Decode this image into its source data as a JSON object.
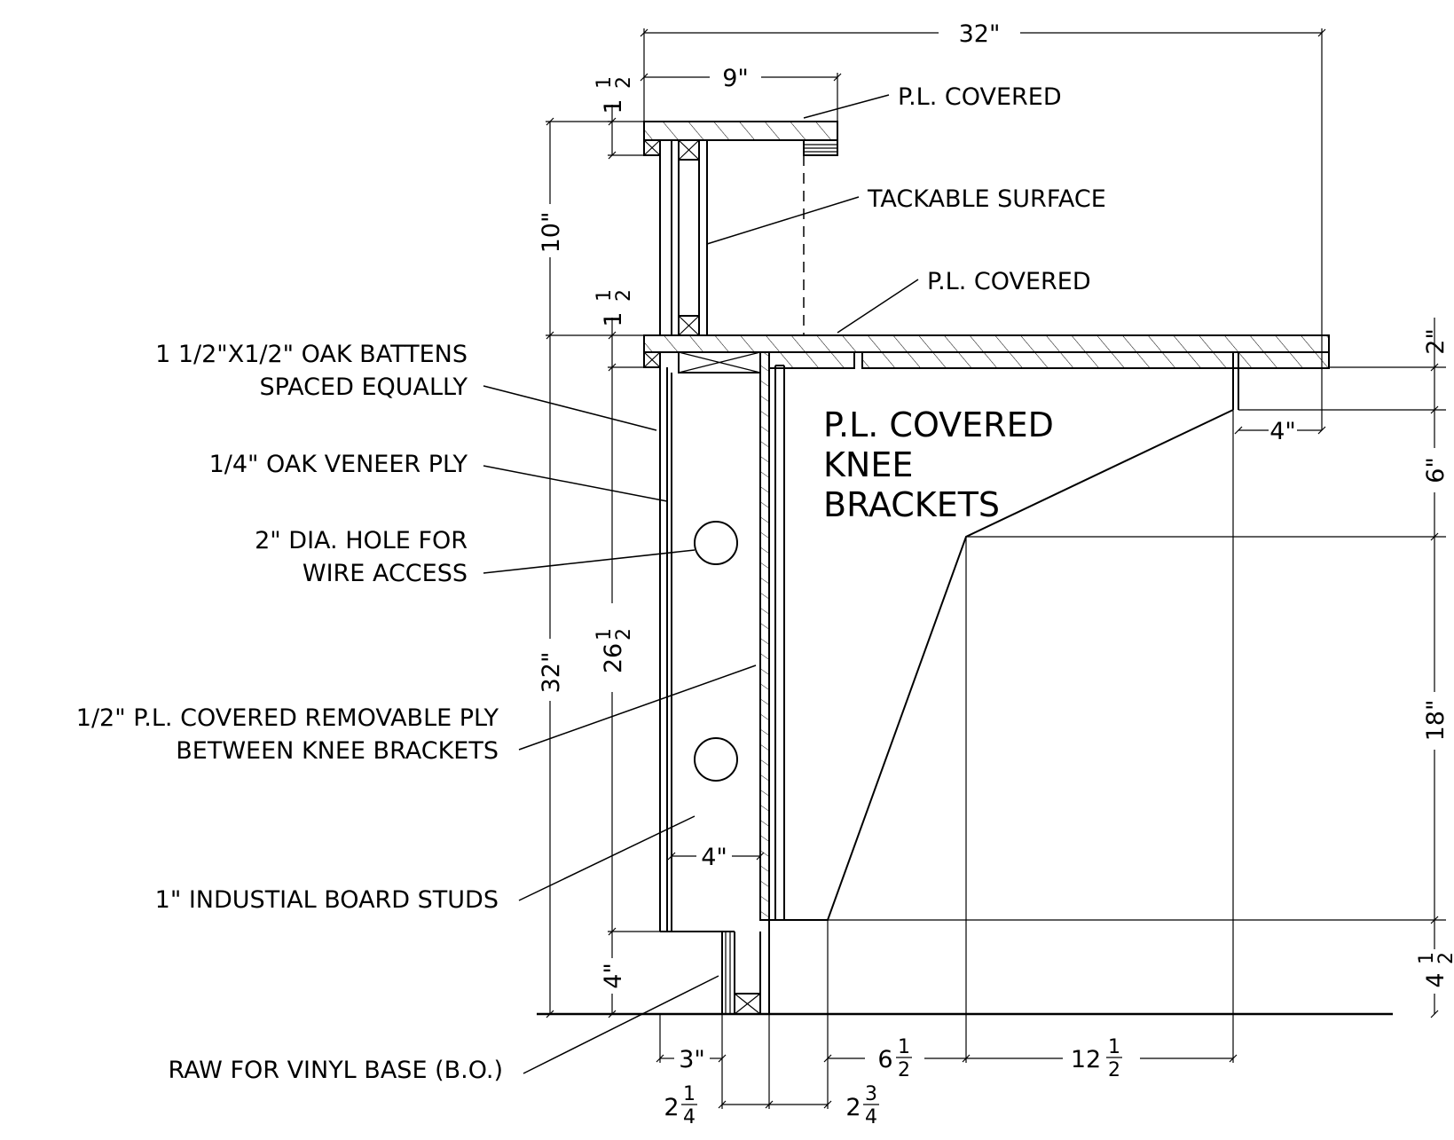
{
  "labels": {
    "pl_covered_top": "P.L. COVERED",
    "tackable_surface": "TACKABLE SURFACE",
    "pl_covered_mid": "P.L. COVERED",
    "knee_brackets_line1": "P.L. COVERED",
    "knee_brackets_line2": "KNEE",
    "knee_brackets_line3": "BRACKETS",
    "oak_battens_line1": "1 1/2\"X1/2\" OAK BATTENS",
    "oak_battens_line2": "SPACED EQUALLY",
    "veneer_ply": "1/4\" OAK VENEER PLY",
    "hole_line1": "2\" DIA. HOLE FOR",
    "hole_line2": "WIRE ACCESS",
    "removable_ply_line1": "1/2\" P.L. COVERED REMOVABLE PLY",
    "removable_ply_line2": "BETWEEN KNEE BRACKETS",
    "studs": "1\" INDUSTIAL BOARD STUDS",
    "vinyl_base": "RAW FOR VINYL BASE (B.O.)"
  },
  "dimensions": {
    "top_width": "32\"",
    "top_shelf": "9\"",
    "top_thickness_whole": "1",
    "top_thickness_num": "1",
    "top_thickness_den": "2",
    "upper_height": "10\"",
    "mid_thickness_whole": "1",
    "mid_thickness_num": "1",
    "mid_thickness_den": "2",
    "overall_height": "32\"",
    "inner_height_whole": "26",
    "inner_height_num": "1",
    "inner_height_den": "2",
    "base_height": "4\"",
    "right_2": "2\"",
    "right_6": "6\"",
    "right_18": "18\"",
    "right_4_whole": "4",
    "right_4_num": "1",
    "right_4_den": "2",
    "bracket_offset": "4\"",
    "stud_depth": "4\"",
    "bottom_3": "3\"",
    "bottom_6_whole": "6",
    "bottom_6_num": "1",
    "bottom_6_den": "2",
    "bottom_12_whole": "12",
    "bottom_12_num": "1",
    "bottom_12_den": "2",
    "bottom_2a_whole": "2",
    "bottom_2a_num": "1",
    "bottom_2a_den": "4",
    "bottom_2b_whole": "2",
    "bottom_2b_num": "3",
    "bottom_2b_den": "4"
  }
}
